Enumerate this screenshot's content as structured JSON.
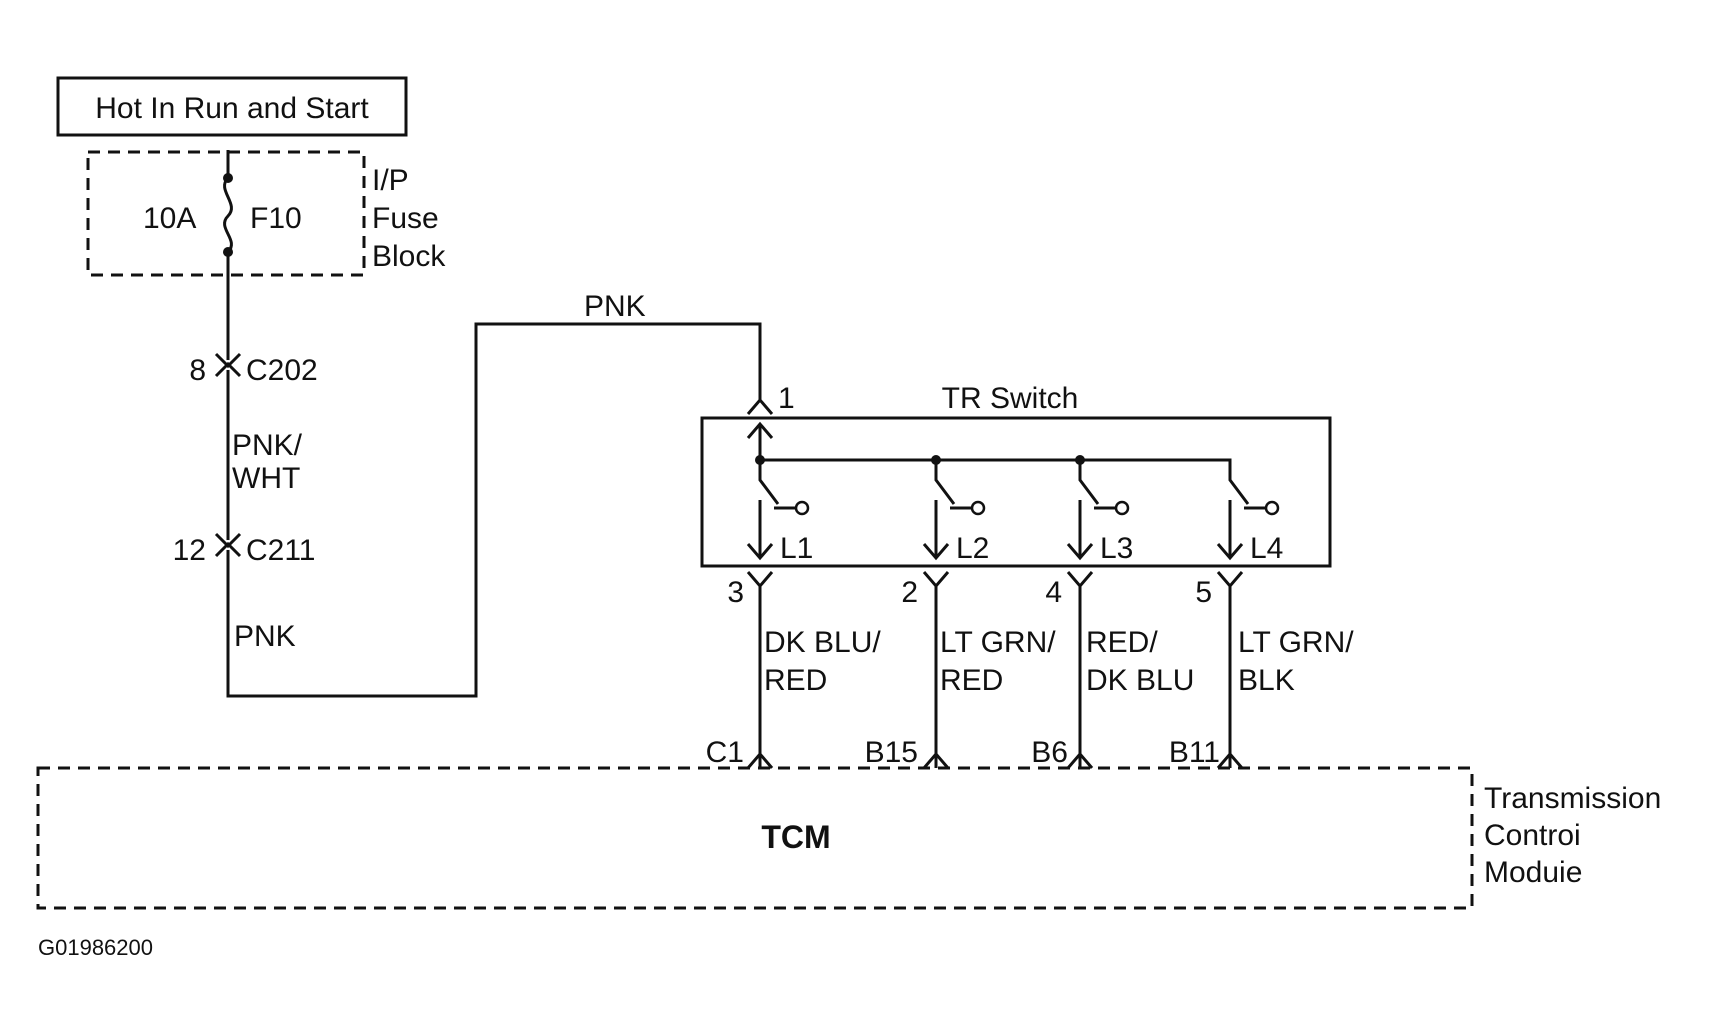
{
  "power_label": "Hot In Run and Start",
  "fuse_block": {
    "rating": "10A",
    "fuse_id": "F10",
    "name_lines": [
      "I/P",
      "Fuse",
      "Block"
    ]
  },
  "connector_c202": {
    "pin": "8",
    "name": "C202"
  },
  "wire_pnk_wht": [
    "PNK/",
    "WHT"
  ],
  "connector_c211": {
    "pin": "12",
    "name": "C211"
  },
  "wire_pnk_lower": "PNK",
  "wire_pnk_top": "PNK",
  "tr_switch": {
    "title": "TR Switch",
    "input_pin": "1",
    "outputs": [
      {
        "switch": "L1",
        "pin": "3",
        "wire": [
          "DK BLU/",
          "RED"
        ],
        "tcm_pin": "C1"
      },
      {
        "switch": "L2",
        "pin": "2",
        "wire": [
          "LT GRN/",
          "RED"
        ],
        "tcm_pin": "B15"
      },
      {
        "switch": "L3",
        "pin": "4",
        "wire": [
          "RED/",
          "DK BLU"
        ],
        "tcm_pin": "B6"
      },
      {
        "switch": "L4",
        "pin": "5",
        "wire": [
          "LT GRN/",
          "BLK"
        ],
        "tcm_pin": "B11"
      }
    ]
  },
  "tcm": {
    "short_name": "TCM",
    "name_lines": [
      "Transmission",
      "Controi",
      "Moduie"
    ]
  },
  "figure_id": "G01986200"
}
